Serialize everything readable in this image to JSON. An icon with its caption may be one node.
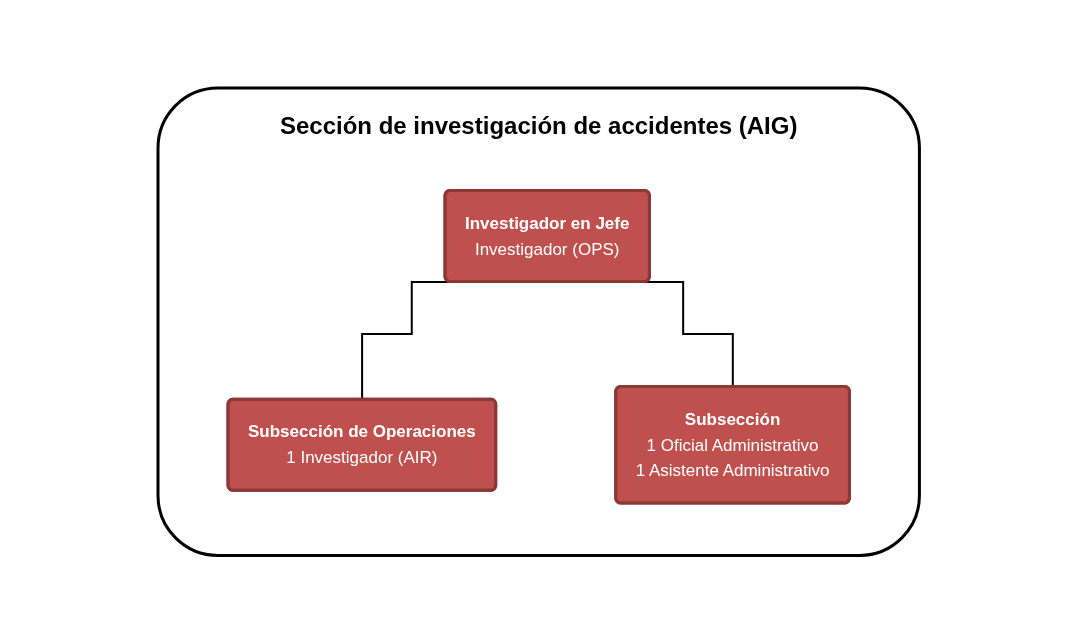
{
  "diagram": {
    "nodes": [
      {
        "text": [
          "Sección de investigación de accidentes (AIG)"
        ]
      },
      {
        "text": [
          "Investigador en Jefe",
          "Investigador (OPS)"
        ],
        "in": 0
      },
      {
        "text": [
          "Subsección de Operaciones",
          "1 Investigador (AIR)"
        ],
        "in": 0
      },
      {
        "text": [
          "Subsección",
          "1 Oficial Administrativo",
          "1 Asistente Administrativo"
        ],
        "in": 0
      }
    ],
    "edges": [
      {
        "from": 1,
        "to": 2,
        "arrow": "none"
      },
      {
        "from": 1,
        "to": 3,
        "arrow": "none"
      }
    ]
  }
}
